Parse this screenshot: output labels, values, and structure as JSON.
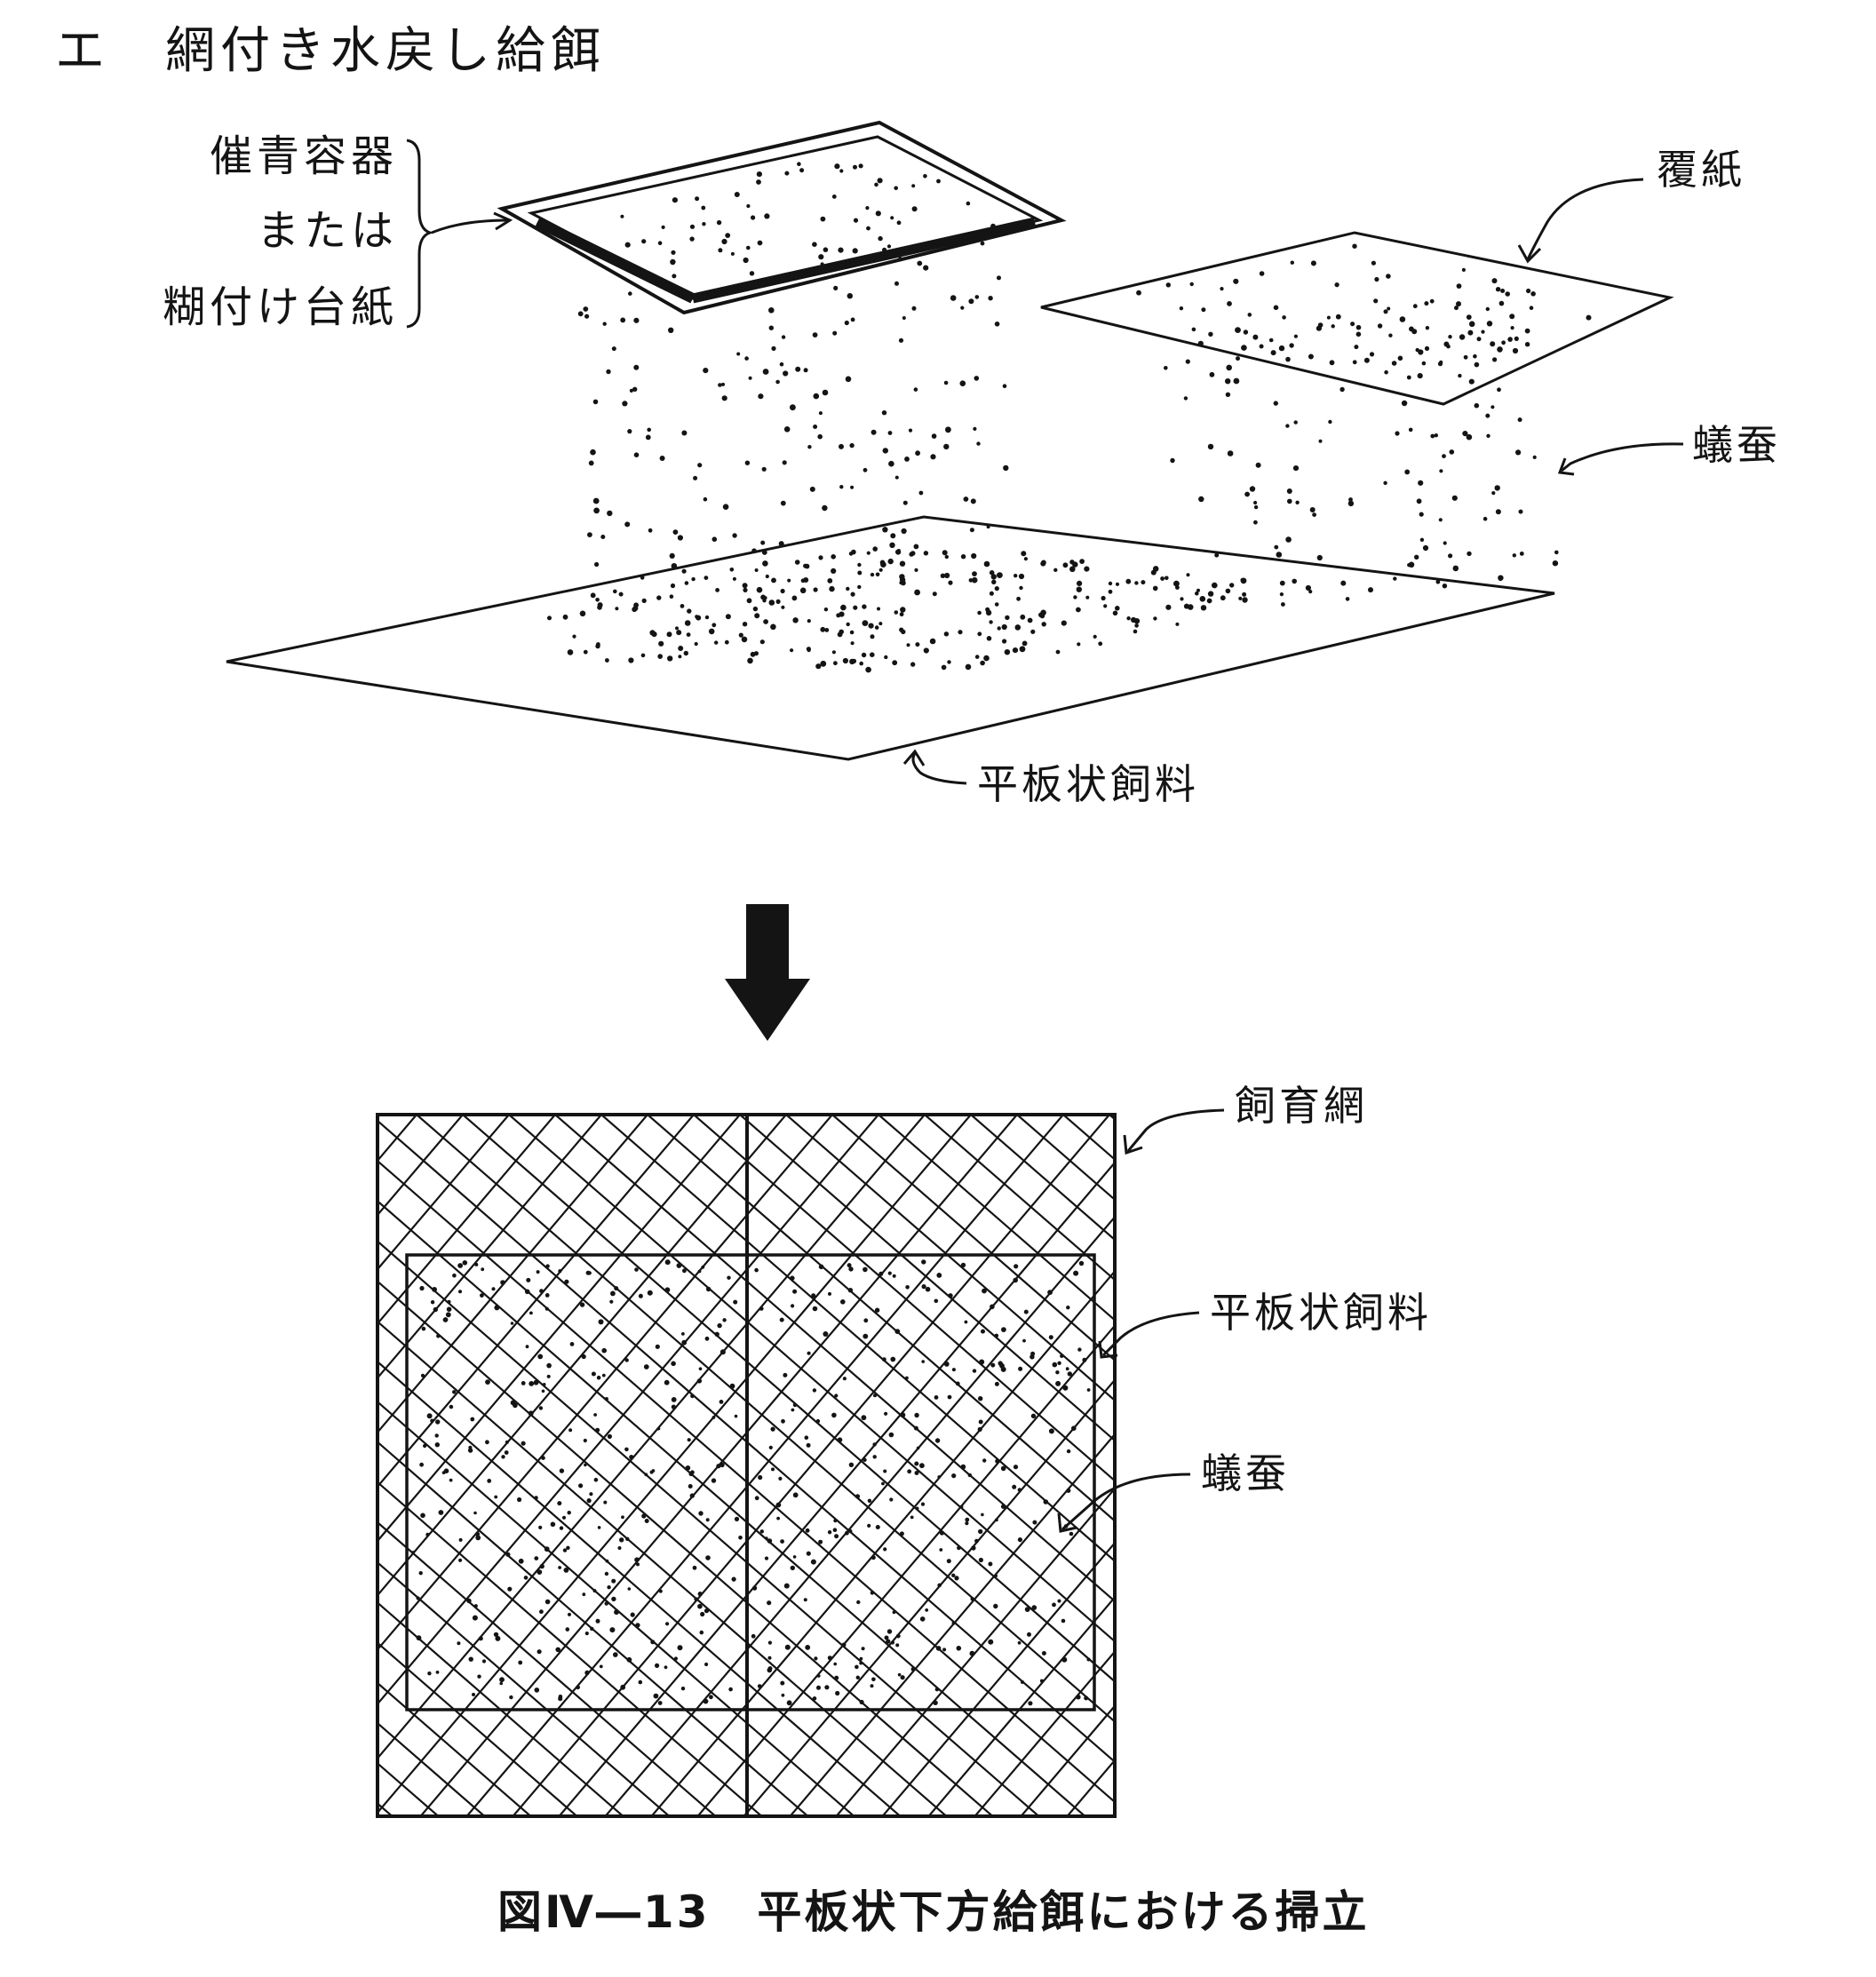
{
  "title": "エ　網付き水戻し給餌",
  "labels": {
    "container_line1": "催青容器",
    "container_line2": "または",
    "container_line3": "糊付け台紙",
    "cover_paper": "覆紙",
    "larvae_top": "蟻蚕",
    "feed_top": "平板状飼料",
    "net": "飼育網",
    "feed_bottom": "平板状飼料",
    "larvae_bottom": "蟻蚕"
  },
  "caption": "図Ⅳ―13　平板状下方給餌における掃立",
  "colors": {
    "ink": "#141414",
    "background": "#ffffff"
  }
}
